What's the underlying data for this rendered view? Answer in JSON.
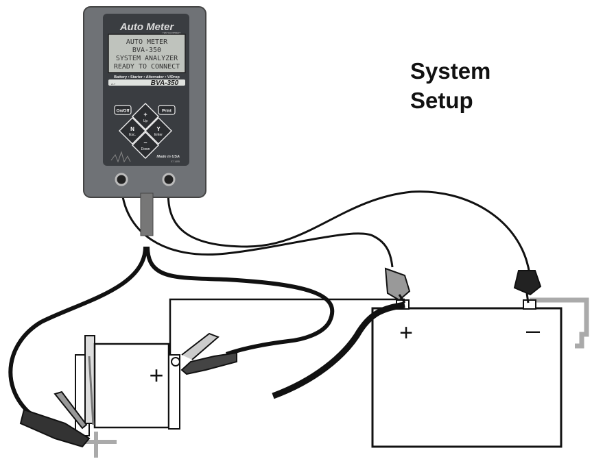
{
  "title": {
    "line1": "System",
    "line2": "Setup"
  },
  "analyzer": {
    "brand": "Auto Meter",
    "brand_sub": "TEST EQUIPMENT",
    "screen": [
      "AUTO METER",
      "BVA-350",
      "SYSTEM ANALYZER",
      "READY TO CONNECT"
    ],
    "tagline": "Battery • Starter • Alternator • V/Drop",
    "model_small": "A-7",
    "model": "BVA-350",
    "buttons": {
      "onoff": "On/Off",
      "print": "Print",
      "up_symbol": "+",
      "up": "Up",
      "down_symbol": "–",
      "down": "Down",
      "no_symbol": "N",
      "no": "Esc.",
      "yes_symbol": "Y",
      "yes": "Enter"
    },
    "made_in": "Made in USA",
    "part_no": "07-1455"
  },
  "starter": {
    "terminal_label": "+"
  },
  "battery": {
    "positive_label": "+",
    "negative_label": "–"
  },
  "colors": {
    "device_body": "#6f7276",
    "device_face": "#3a3d41",
    "lcd": "#bfc3bd",
    "cable": "#111111",
    "ground": "#aaaaaa"
  }
}
